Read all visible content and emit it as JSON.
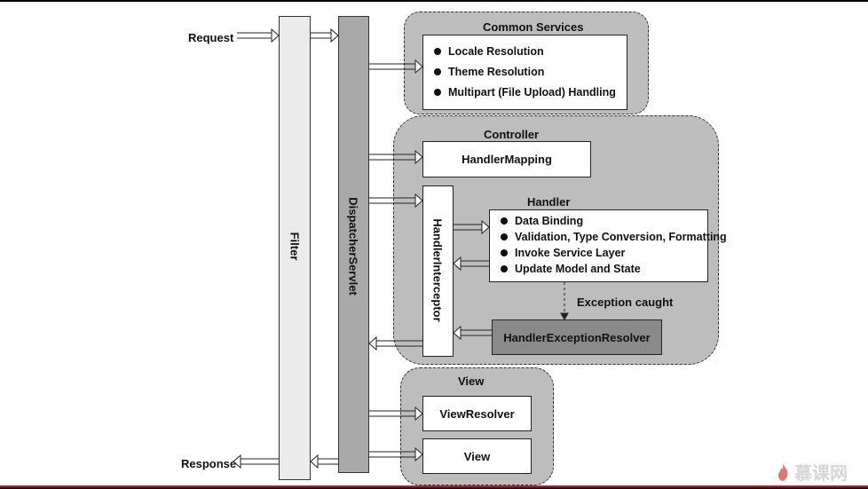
{
  "labels": {
    "request": "Request",
    "response": "Response",
    "filter": "Filter",
    "dispatcher": "DispatcherServlet",
    "common_services": "Common Services",
    "controller": "Controller",
    "handler": "Handler",
    "handler_mapping": "HandlerMapping",
    "handler_interceptor": "HandlerInterceptor",
    "exception_caught": "Exception caught",
    "handler_exception_resolver": "HandlerExceptionResolver",
    "view_group": "View",
    "view_resolver": "ViewResolver",
    "view": "View"
  },
  "common_services_items": [
    "Locale Resolution",
    "Theme Resolution",
    "Multipart (File Upload) Handling"
  ],
  "handler_items": [
    "Data Binding",
    "Validation, Type Conversion, Formatting",
    "Invoke Service Layer",
    "Update Model and State"
  ],
  "watermark": "慕课网",
  "colors": {
    "group_fill": "#bdbdbd",
    "filter_fill": "#ebebeb",
    "dispatcher_fill": "#a9a9a9",
    "resolver_fill": "#8a8a8a",
    "accent_red": "#c8102e"
  }
}
